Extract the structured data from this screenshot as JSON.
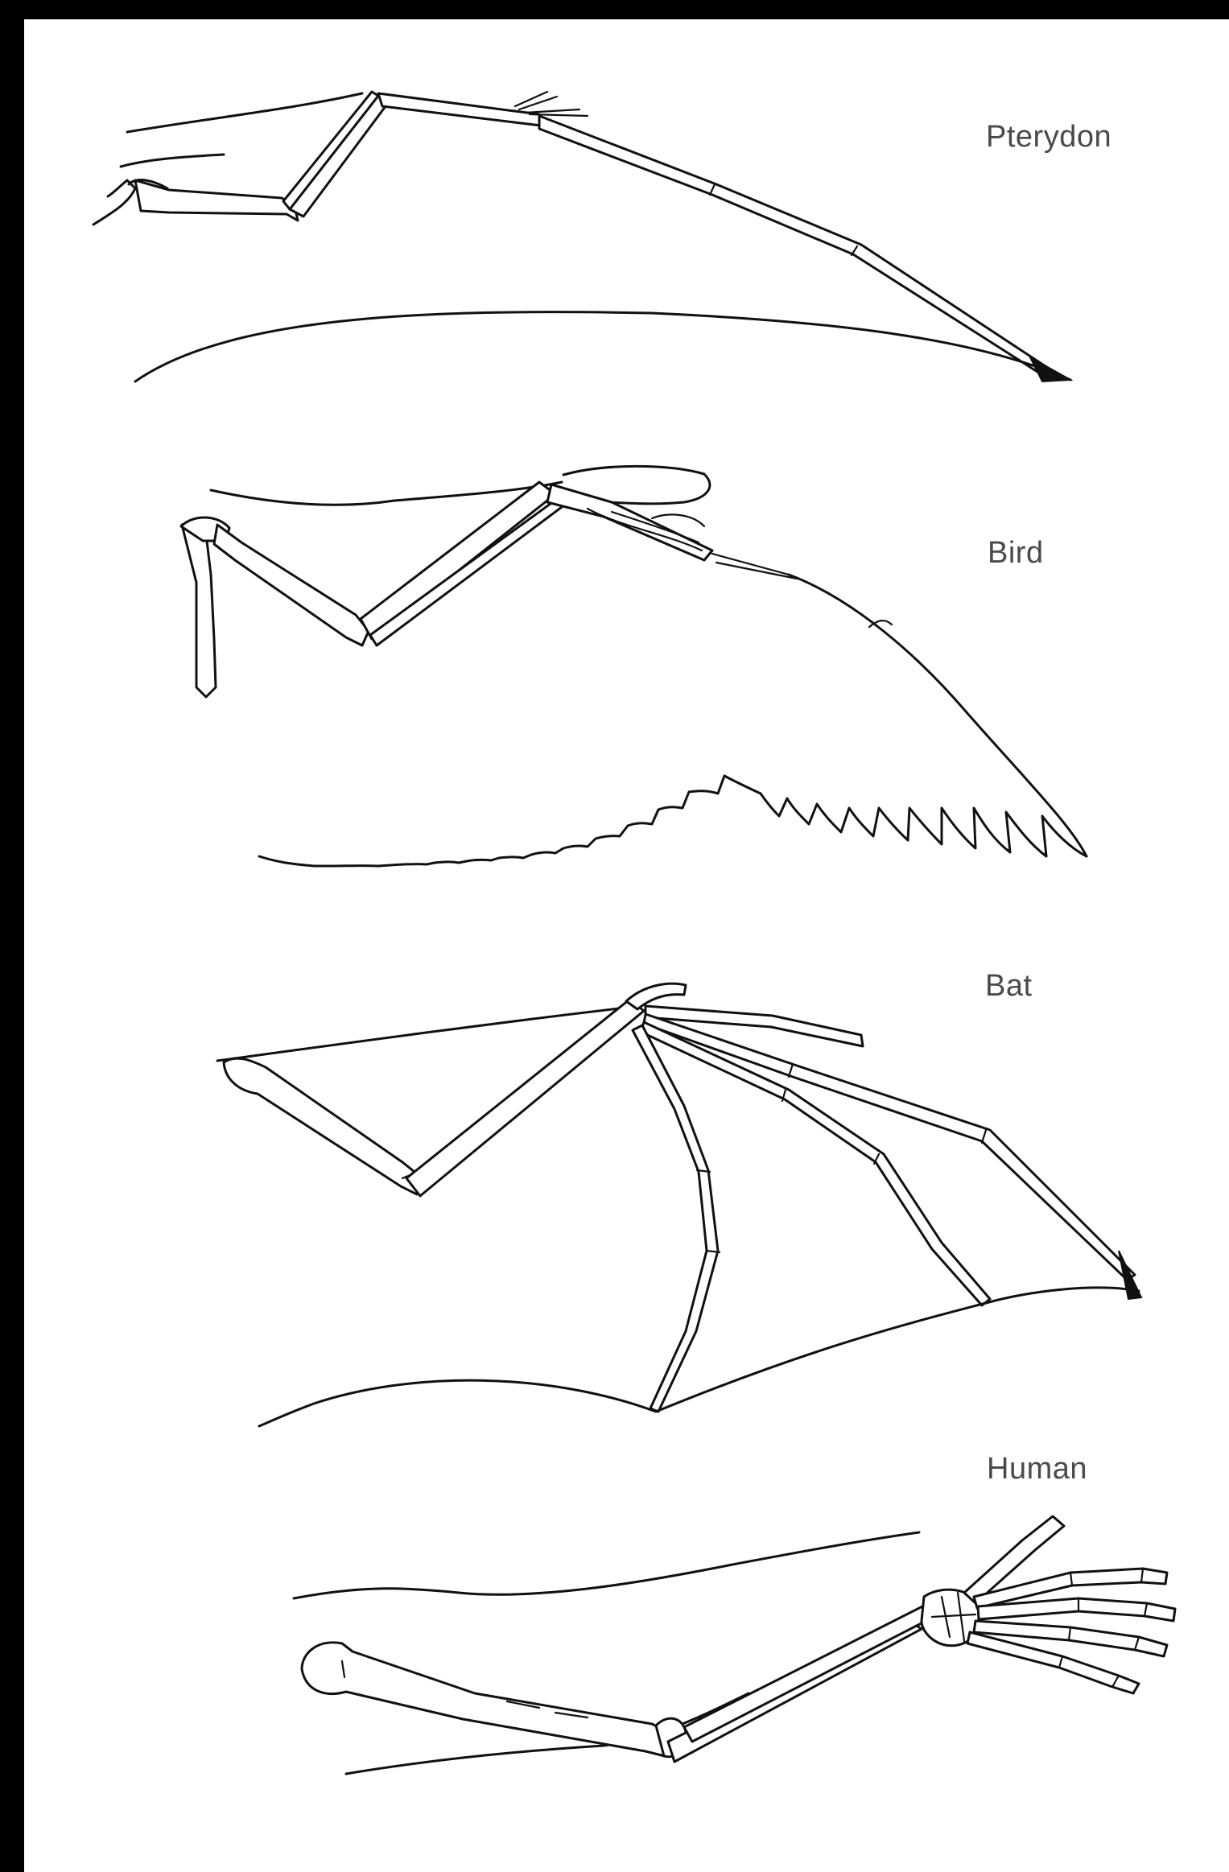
{
  "labels": {
    "pterydon": "Pterydon",
    "bird": "Bird",
    "bat": "Bat",
    "human": "Human"
  },
  "colors": {
    "frame": "#000000",
    "paper": "#ffffff",
    "ink": "#111111",
    "label_text": "#4a4a4a"
  }
}
